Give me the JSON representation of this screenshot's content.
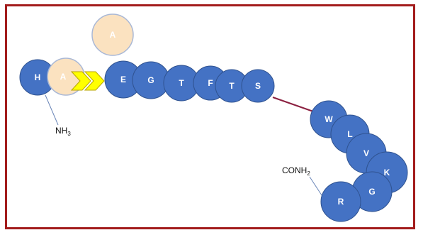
{
  "colors": {
    "frame": "#a31c1c",
    "residue_blue": "#4472c4",
    "residue_blue_stroke": "#2f528f",
    "residue_peach": "#fbe2c0",
    "residue_peach_stroke": "#a9b8d6",
    "chevron_fill": "#ffff00",
    "chevron_stroke": "#b8a600",
    "linker": "#8b2040",
    "annotation_line": "#6a86b8"
  },
  "floating_residue": {
    "label": "A"
  },
  "chain": {
    "n_term_label": "NH",
    "n_term_sub": "3",
    "c_term_label": "CONH",
    "c_term_sub": "2",
    "residues": [
      {
        "label": "H",
        "style": "blue"
      },
      {
        "label": "A",
        "style": "peach"
      },
      {
        "label": "E",
        "style": "blue"
      },
      {
        "label": "G",
        "style": "blue"
      },
      {
        "label": "T",
        "style": "blue"
      },
      {
        "label": "F",
        "style": "blue"
      },
      {
        "label": "T",
        "style": "blue"
      },
      {
        "label": "S",
        "style": "blue"
      },
      {
        "label": "W",
        "style": "blue"
      },
      {
        "label": "L",
        "style": "blue"
      },
      {
        "label": "V",
        "style": "blue"
      },
      {
        "label": "K",
        "style": "blue"
      },
      {
        "label": "G",
        "style": "blue"
      },
      {
        "label": "R",
        "style": "blue"
      }
    ]
  },
  "linker_icon": "double-chevron-arrow-icon"
}
